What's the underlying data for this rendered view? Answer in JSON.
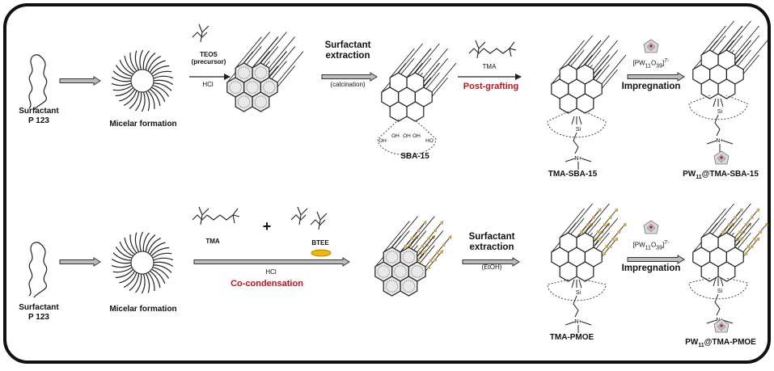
{
  "top_row": {
    "surfactant": "Surfactant",
    "surfactant_name": "P 123",
    "micelle": "Micelar formation",
    "teos": "TEOS",
    "precursor": "(precursor)",
    "hcl": "HCl",
    "extraction_1": "Surfactant",
    "extraction_2": "extraction",
    "extraction_method": "(calcination)",
    "tma": "TMA",
    "post_grafting": "Post-grafting",
    "sba15": "SBA-15",
    "tma_sba15": "TMA-SBA-15",
    "pw_reagent": "[PW11O39]7-",
    "impregnation": "Impregnation",
    "product": "PW11@TMA-SBA-15",
    "oh": "OH",
    "ho": "HO",
    "si": "Si",
    "n_plus": "N+"
  },
  "bottom_row": {
    "surfactant": "Surfactant",
    "surfactant_name": "P 123",
    "micelle": "Micelar formation",
    "tma": "TMA",
    "plus": "+",
    "btee": "BTEE",
    "hcl": "HCl",
    "co_condensation": "Co-condensation",
    "extraction_1": "Surfactant",
    "extraction_2": "extraction",
    "extraction_method": "(EtOH)",
    "tma_pmoe": "TMA-PMOE",
    "pw_reagent": "[PW11O39]7-",
    "impregnation": "Impregnation",
    "product": "PW11@TMA-PMOE",
    "si": "Si",
    "n_plus": "N+"
  },
  "colors": {
    "accent_red": "#c0141c",
    "btee_ellipse": "#f2b705",
    "ethane_bridge": "#c9a74a",
    "frame": "#111111",
    "arrow_fill": "#bdbdbd"
  }
}
